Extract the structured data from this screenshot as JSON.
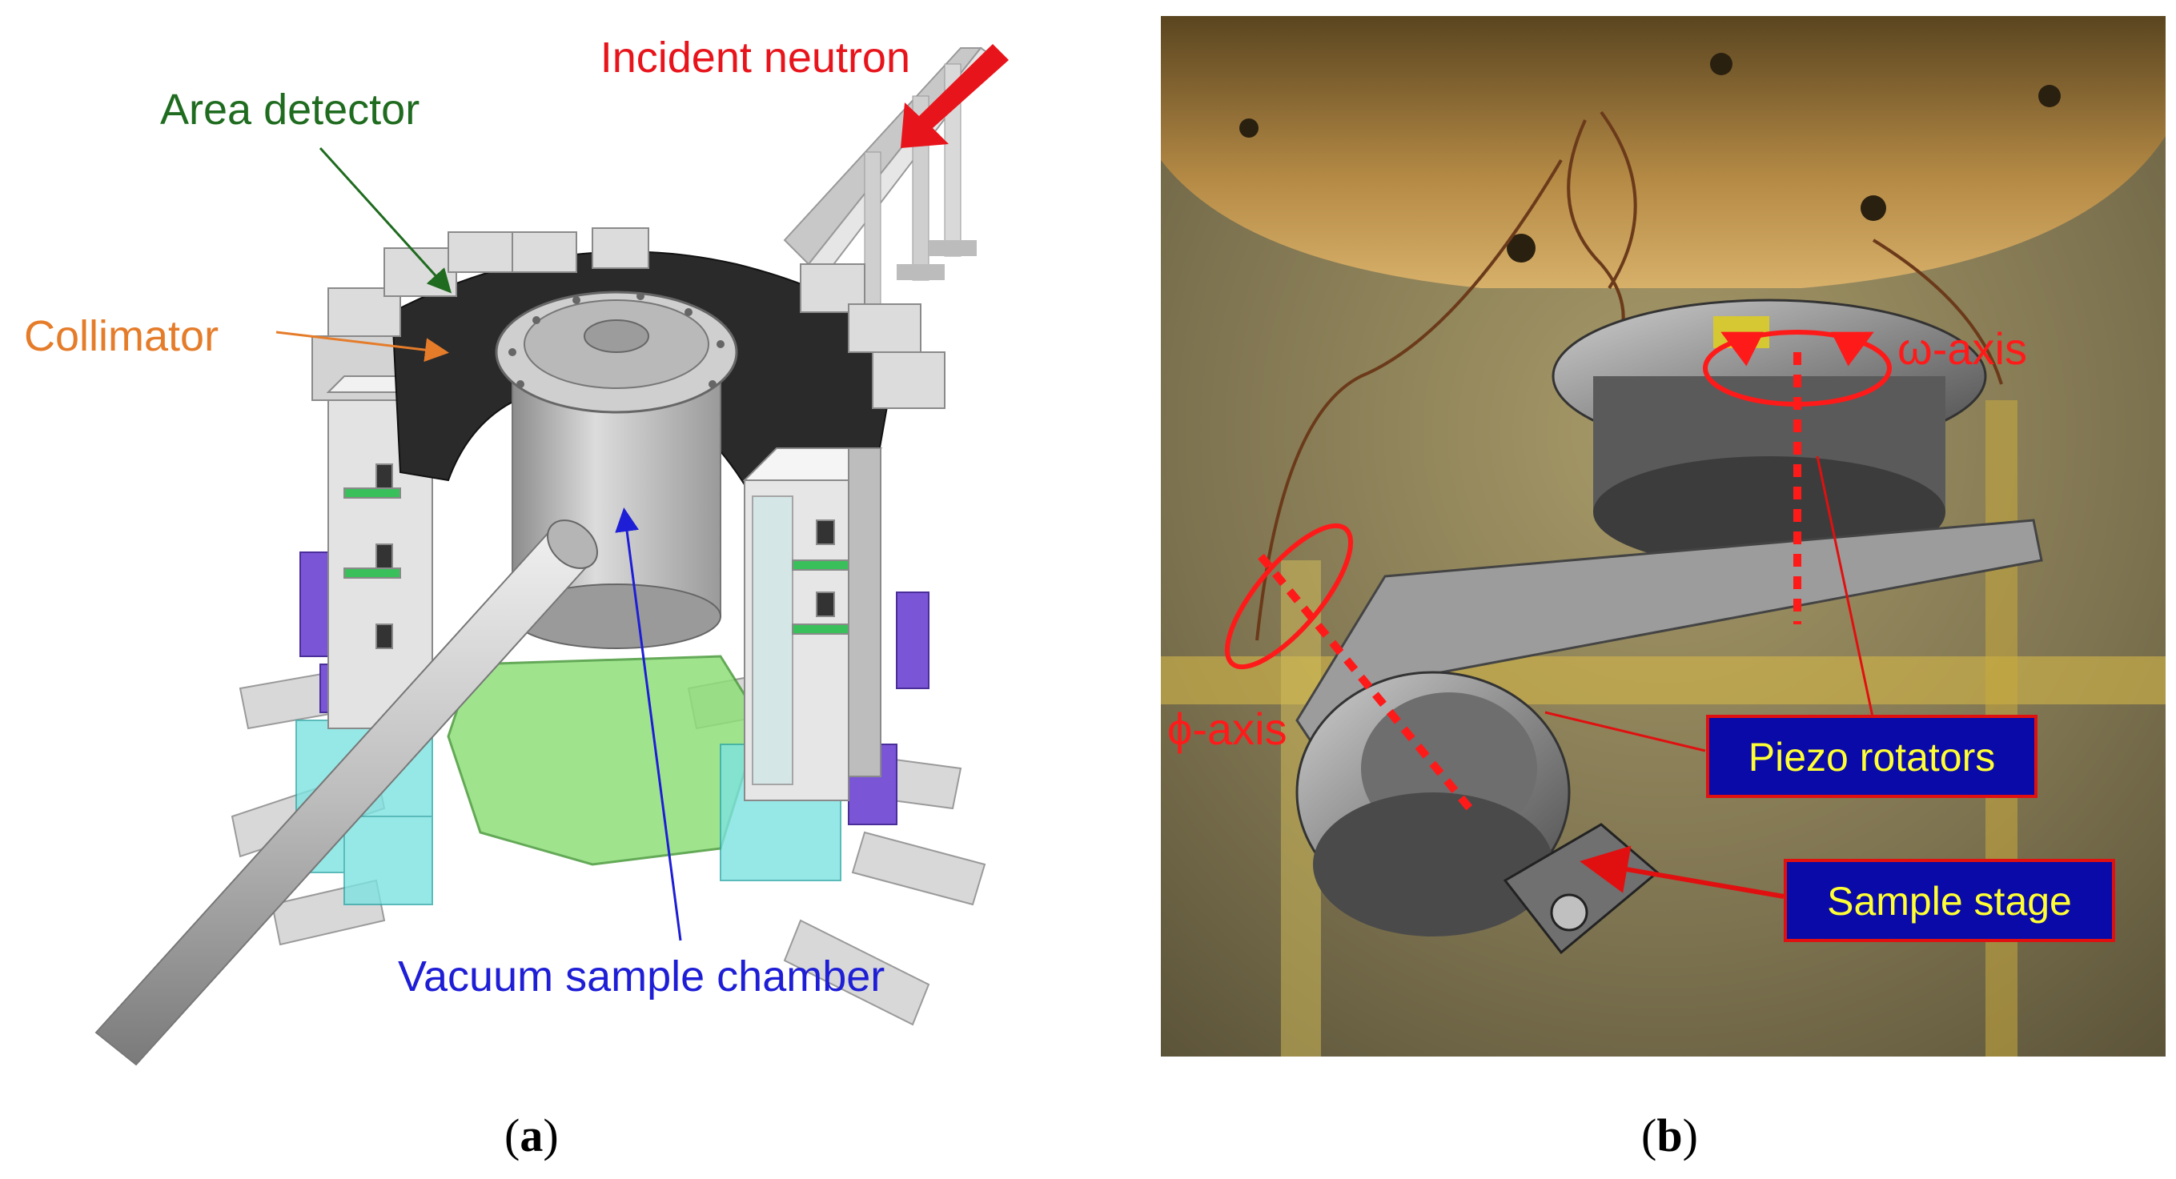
{
  "panel_a": {
    "labels": {
      "incident": "Incident neutron",
      "area_detector": "Area detector",
      "collimator": "Collimator",
      "vacuum": "Vacuum sample chamber"
    },
    "caption_letter": "a",
    "colors": {
      "incident": "#e8141b",
      "area_detector": "#1f6b1f",
      "collimator": "#e57c2a",
      "vacuum": "#1e1ed6"
    }
  },
  "panel_b": {
    "labels": {
      "omega": "ω-axis",
      "phi": "ϕ-axis",
      "piezo": "Piezo rotators",
      "stage": "Sample stage"
    },
    "caption_letter": "b",
    "colors": {
      "axis_red": "#ff1a1a",
      "box_fill": "#0a0aa8",
      "box_text": "#ffff33",
      "box_border": "#e01010"
    }
  }
}
